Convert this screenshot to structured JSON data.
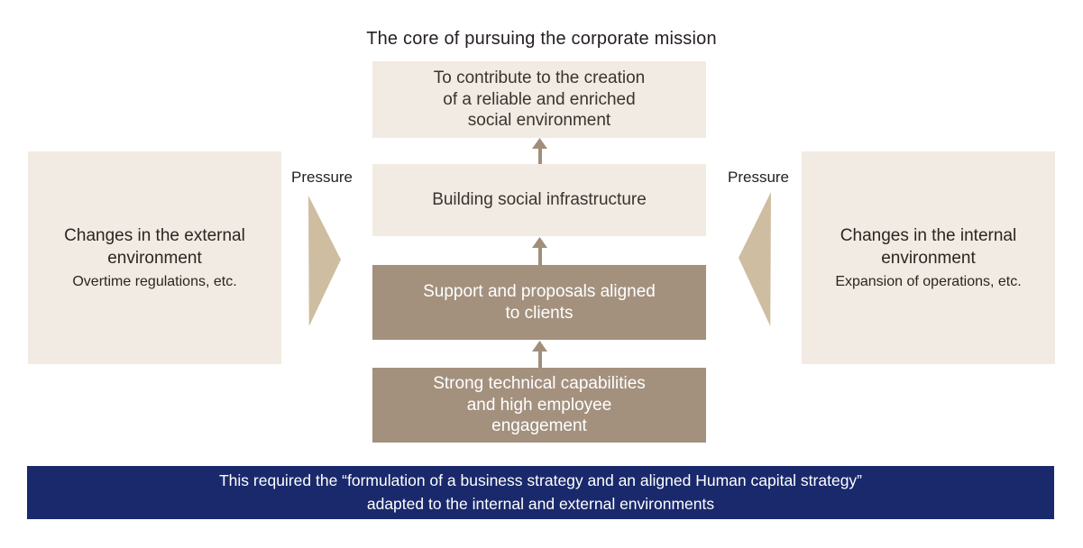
{
  "diagram": {
    "title": "The core of pursuing the corporate mission",
    "center_flow": [
      {
        "label": "To contribute to the creation\nof a reliable and enriched\nsocial environment",
        "style": "light"
      },
      {
        "label": "Building social infrastructure",
        "style": "light"
      },
      {
        "label": "Support and proposals aligned\nto clients",
        "style": "dark"
      },
      {
        "label": "Strong technical capabilities\nand high employee\nengagement",
        "style": "dark"
      }
    ],
    "left_panel": {
      "pressure_label": "Pressure",
      "title": "Changes in the external\nenvironment",
      "subtitle": "Overtime regulations, etc."
    },
    "right_panel": {
      "pressure_label": "Pressure",
      "title": "Changes in the internal\nenvironment",
      "subtitle": "Expansion of operations, etc."
    },
    "banner": {
      "line1": "This required the “formulation of a business strategy and an aligned Human capital strategy”",
      "line2": "adapted to the internal and external environments"
    },
    "colors": {
      "light_box": "#f2ebe3",
      "dark_box": "#a3917e",
      "arrow": "#a18e7b",
      "pressure_triangle": "#cfbda1",
      "banner_bg": "#19296b",
      "text_dark": "#262120",
      "text_light": "#ffffff"
    }
  }
}
